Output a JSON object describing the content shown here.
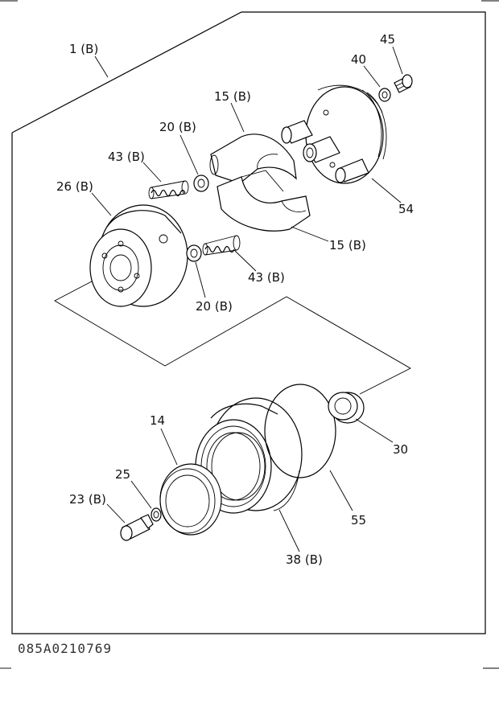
{
  "drawing_id": "085A0210769",
  "callouts": {
    "c1": "1 (B)",
    "c45": "45",
    "c40": "40",
    "c15a": "15 (B)",
    "c20a": "20 (B)",
    "c43a": "43 (B)",
    "c26": "26 (B)",
    "c54": "54",
    "c15b": "15 (B)",
    "c43b": "43 (B)",
    "c20b": "20 (B)",
    "c14": "14",
    "c25": "25",
    "c23": "23 (B)",
    "c30": "30",
    "c55": "55",
    "c38": "38 (B)"
  }
}
